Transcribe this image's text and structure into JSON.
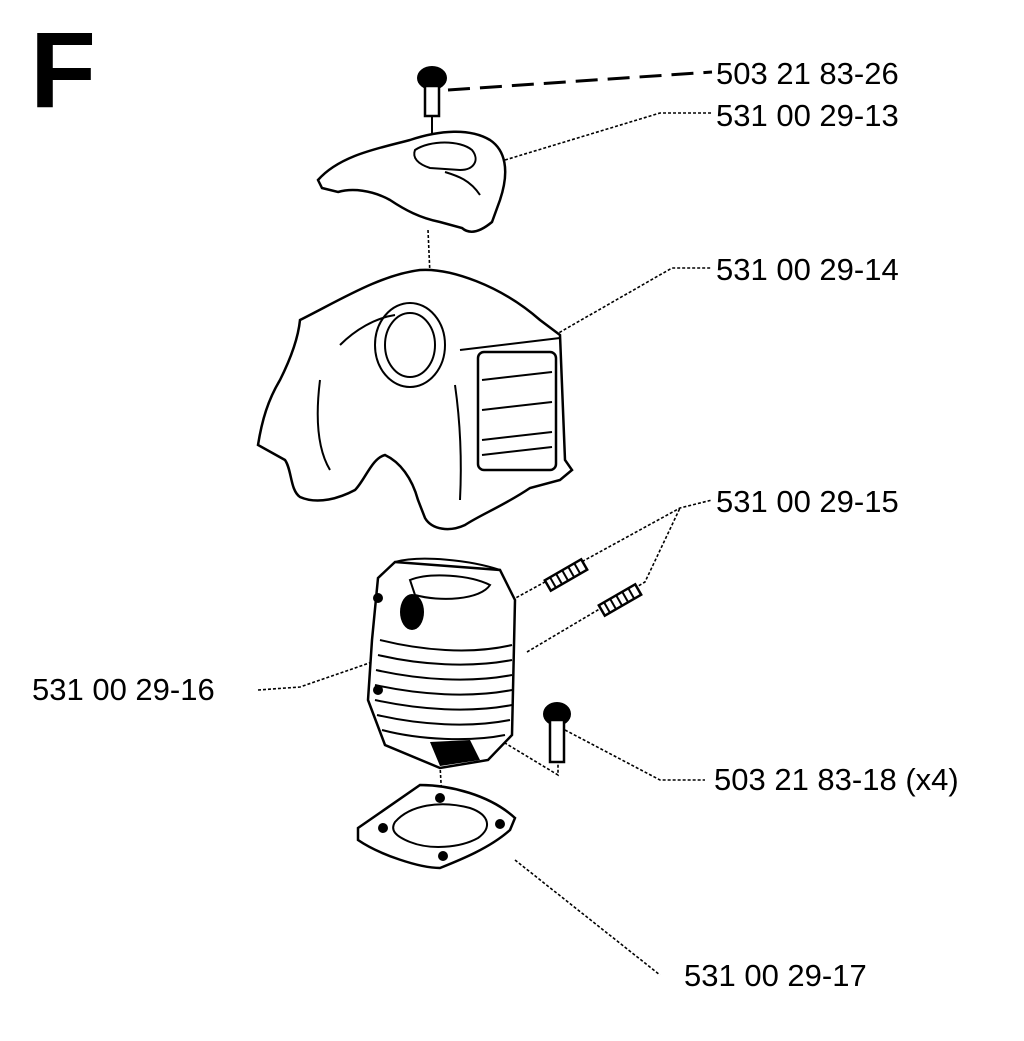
{
  "section": "F",
  "parts": [
    {
      "id": "p1",
      "number": "503 21 83-26"
    },
    {
      "id": "p2",
      "number": "531 00 29-13"
    },
    {
      "id": "p3",
      "number": "531 00 29-14"
    },
    {
      "id": "p4",
      "number": "531 00 29-15"
    },
    {
      "id": "p5",
      "number": "531 00 29-16"
    },
    {
      "id": "p6",
      "number": "503 21 83-18 (x4)"
    },
    {
      "id": "p7",
      "number": "531 00 29-17"
    }
  ]
}
